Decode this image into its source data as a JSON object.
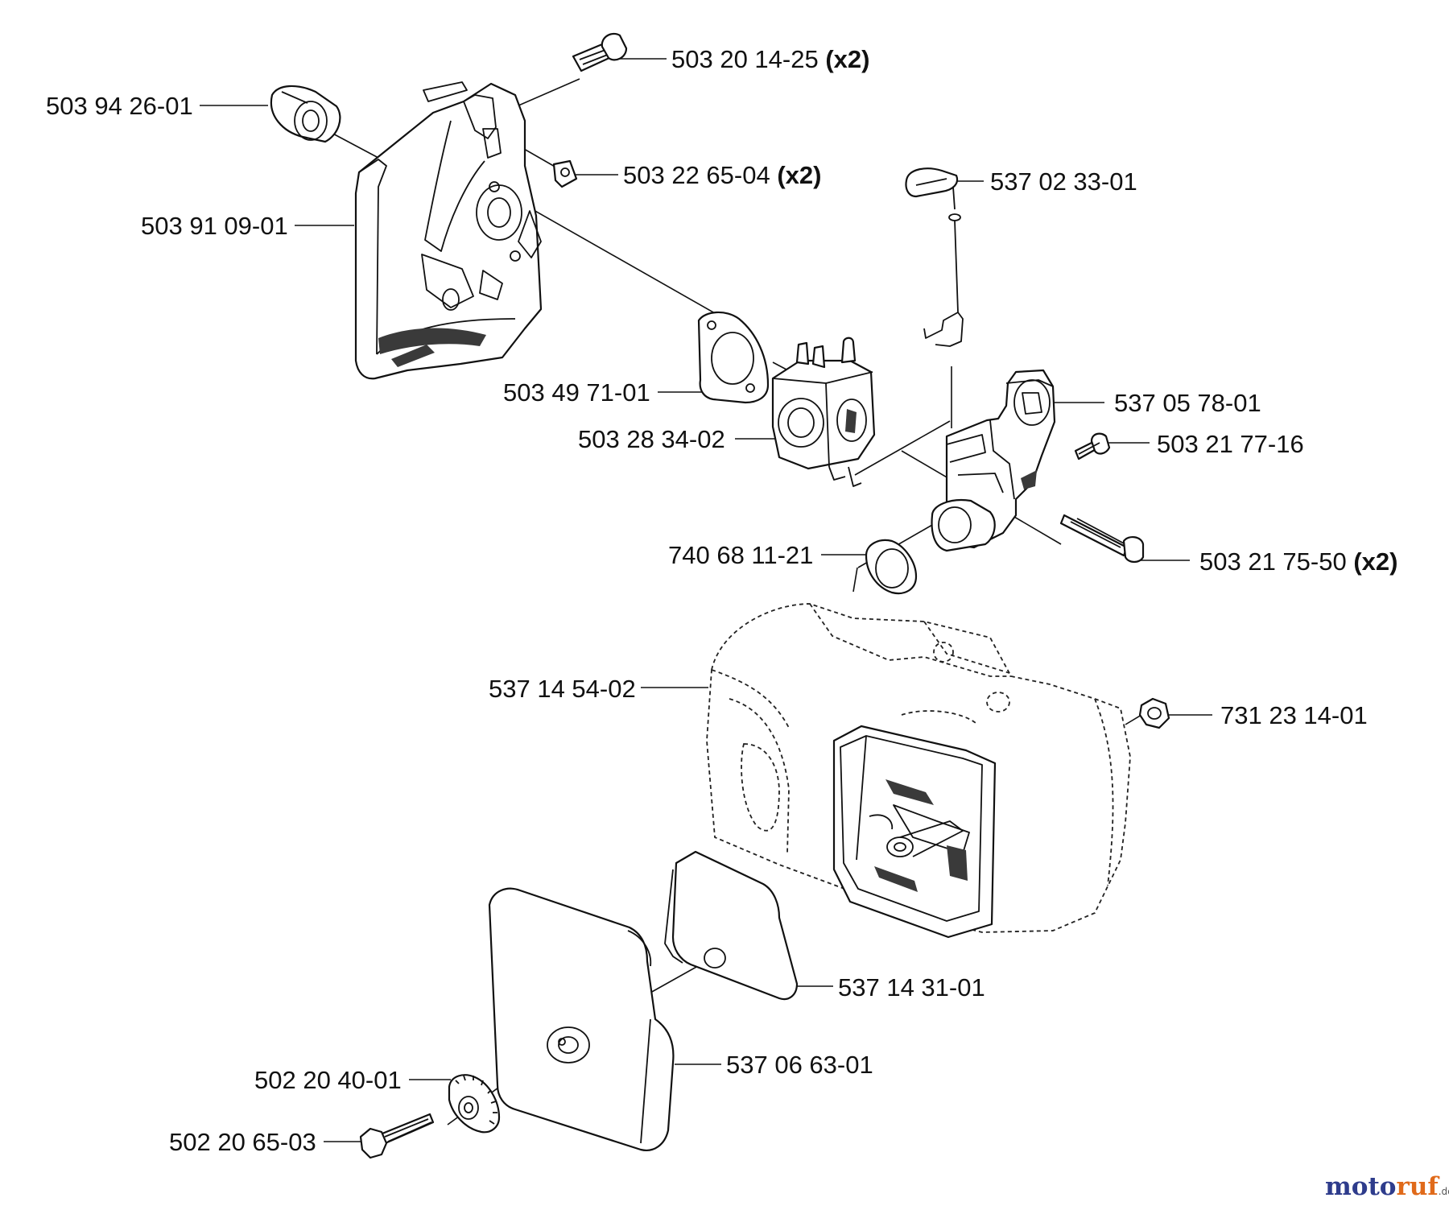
{
  "parts": [
    {
      "id": "air_intake_adapter",
      "number": "503 94 26-01",
      "qty": ""
    },
    {
      "id": "screw_top",
      "number": "503 20 14-25",
      "qty": "(x2)"
    },
    {
      "id": "nut_square",
      "number": "503 22 65-04",
      "qty": "(x2)"
    },
    {
      "id": "filter_holder",
      "number": "503 91 09-01",
      "qty": ""
    },
    {
      "id": "choke_lever",
      "number": "537 02 33-01",
      "qty": ""
    },
    {
      "id": "gasket",
      "number": "503 49 71-01",
      "qty": ""
    },
    {
      "id": "carburetor",
      "number": "503 28 34-02",
      "qty": ""
    },
    {
      "id": "intake_manifold",
      "number": "537 05 78-01",
      "qty": ""
    },
    {
      "id": "screw_manifold",
      "number": "503 21 77-16",
      "qty": ""
    },
    {
      "id": "seal_ring",
      "number": "740 68 11-21",
      "qty": ""
    },
    {
      "id": "screw_long",
      "number": "503 21 75-50",
      "qty": "(x2)"
    },
    {
      "id": "cylinder_cover",
      "number": "537 14 54-02",
      "qty": ""
    },
    {
      "id": "hex_nut",
      "number": "731 23 14-01",
      "qty": ""
    },
    {
      "id": "air_filter",
      "number": "537 14 31-01",
      "qty": ""
    },
    {
      "id": "filter_cover",
      "number": "537 06 63-01",
      "qty": ""
    },
    {
      "id": "knob",
      "number": "502 20 40-01",
      "qty": ""
    },
    {
      "id": "bolt",
      "number": "502 20 65-03",
      "qty": ""
    }
  ],
  "watermark": {
    "brand_a": "moto",
    "brand_b": "ruf",
    "suffix": ".de"
  }
}
